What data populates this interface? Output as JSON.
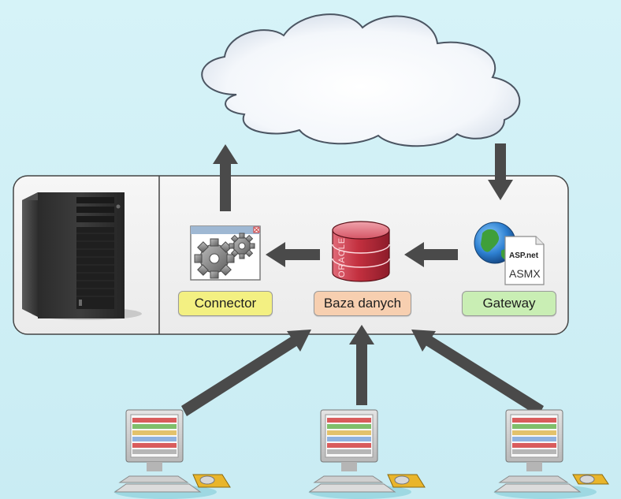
{
  "labels": {
    "connector": "Connector",
    "database": "Baza danych",
    "gateway": "Gateway"
  },
  "database_text": "ORACLE",
  "gateway_badge": {
    "brand": "ASP.net",
    "type": "ASMX"
  },
  "colors": {
    "background": "#d2f0f6",
    "panel": "#f2f2f2",
    "arrow": "#4a4a4a",
    "connector_label": "#f3f082",
    "database_label": "#f7cfb0",
    "gateway_label": "#c9eeb4",
    "database": "#c2303f"
  },
  "icons": [
    "cloud-icon",
    "server-tower-icon",
    "gears-window-icon",
    "database-icon",
    "globe-icon",
    "asmx-document-icon",
    "workstation-icon"
  ]
}
